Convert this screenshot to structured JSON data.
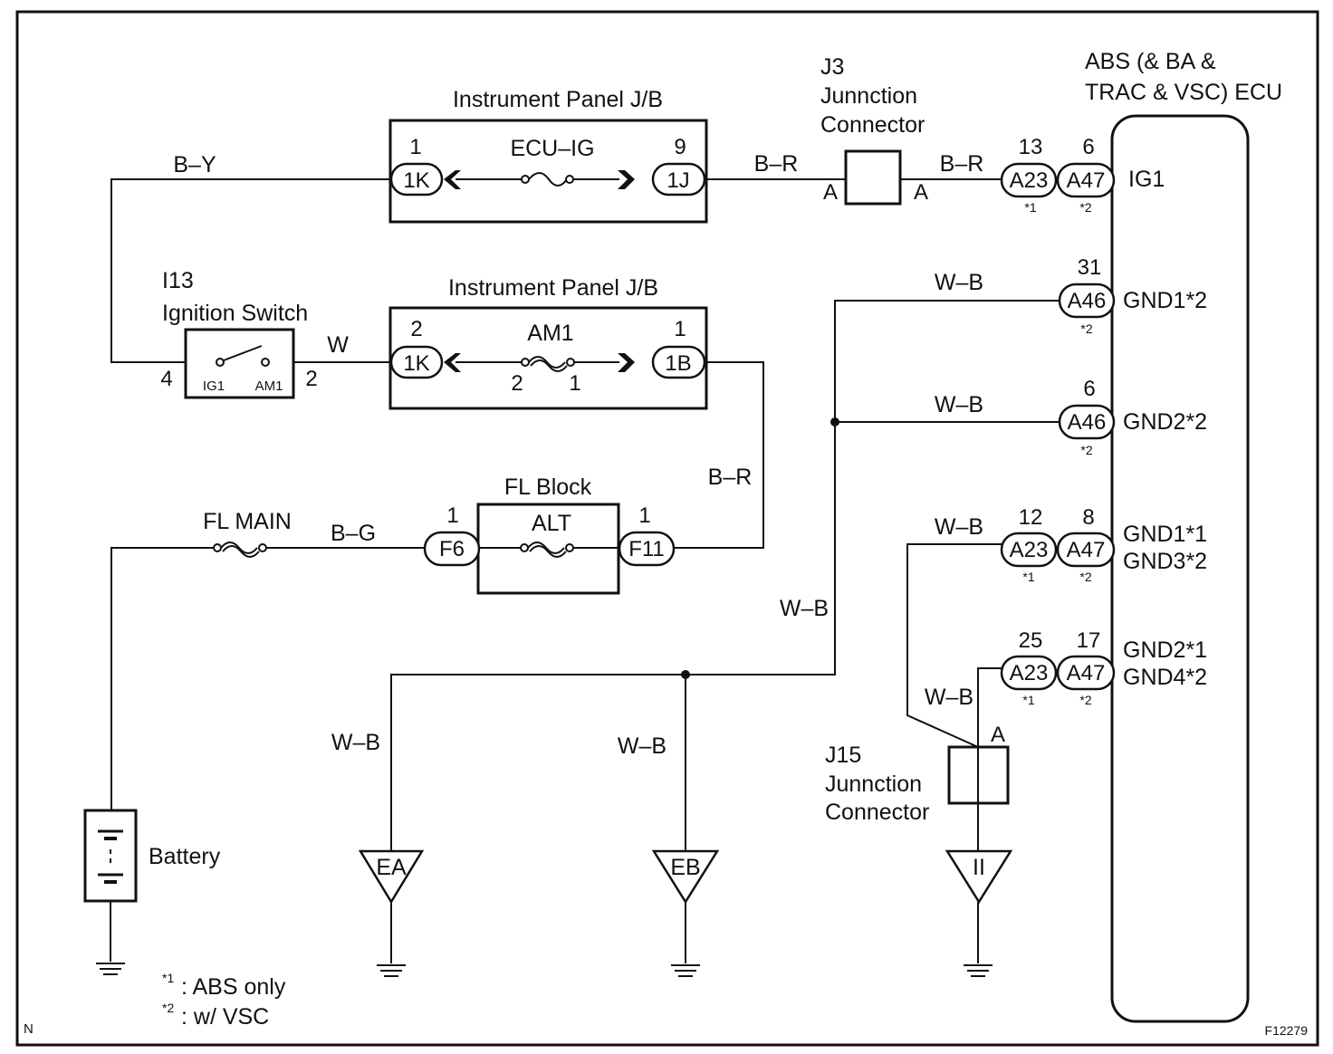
{
  "components": {
    "jb_top": {
      "title": "Instrument Panel J/B",
      "fuse": "ECU–IG",
      "pin_left": "1",
      "conn_left": "1K",
      "pin_right": "9",
      "conn_right": "1J"
    },
    "jb_mid": {
      "title": "Instrument Panel J/B",
      "fuse": "AM1",
      "pin_left": "2",
      "conn_left": "1K",
      "pin_right": "1",
      "conn_right": "1B",
      "fuse_pin_left": "2",
      "fuse_pin_right": "1"
    },
    "j3": {
      "id": "J3",
      "name1": "Junnction",
      "name2": "Connector",
      "pin_left": "A",
      "pin_right": "A"
    },
    "ecu": {
      "title1": "ABS (& BA &",
      "title2": "TRAC & VSC) ECU"
    },
    "ig_switch": {
      "id": "I13",
      "name": "Ignition Switch",
      "term_left": "IG1",
      "term_right": "AM1",
      "pin_left": "4",
      "pin_right": "2"
    },
    "fl_block": {
      "title": "FL Block",
      "fuse": "ALT",
      "pin_left": "1",
      "conn_left": "F6",
      "pin_right": "1",
      "conn_right": "F11"
    },
    "fl_main": "FL MAIN",
    "battery": "Battery",
    "j15": {
      "id": "J15",
      "name1": "Junnction",
      "name2": "Connector",
      "pin": "A"
    },
    "grounds": [
      "EA",
      "EB",
      "II"
    ]
  },
  "wires": {
    "by": "B–Y",
    "br1": "B–R",
    "br2": "B–R",
    "w": "W",
    "br3": "B–R",
    "bg": "B–G",
    "wb_gnd1": "W–B",
    "wb_gnd2": "W–B",
    "wb_gnd3": "W–B",
    "wb_vert": "W–B",
    "wb_ea": "W–B",
    "wb_eb": "W–B",
    "wb_j15": "W–B"
  },
  "ecu_rows": [
    {
      "pins": [
        "13",
        "6"
      ],
      "conns": [
        "A23",
        "A47"
      ],
      "notes": [
        "*1",
        "*2"
      ],
      "signal": "IG1",
      "signal2": ""
    },
    {
      "pins": [
        "31"
      ],
      "conns": [
        "A46"
      ],
      "notes": [
        "*2"
      ],
      "signal": "GND1*2",
      "signal2": ""
    },
    {
      "pins": [
        "6"
      ],
      "conns": [
        "A46"
      ],
      "notes": [
        "*2"
      ],
      "signal": "GND2*2",
      "signal2": ""
    },
    {
      "pins": [
        "12",
        "8"
      ],
      "conns": [
        "A23",
        "A47"
      ],
      "notes": [
        "*1",
        "*2"
      ],
      "signal": "GND1*1",
      "signal2": "GND3*2"
    },
    {
      "pins": [
        "25",
        "17"
      ],
      "conns": [
        "A23",
        "A47"
      ],
      "notes": [
        "*1",
        "*2"
      ],
      "signal": "GND2*1",
      "signal2": "GND4*2"
    }
  ],
  "legend": {
    "note1_mark": "*1",
    "note1_text": ": ABS only",
    "note2_mark": "*2",
    "note2_text": ": w/ VSC"
  },
  "corner_left": "N",
  "corner_right": "F12279"
}
